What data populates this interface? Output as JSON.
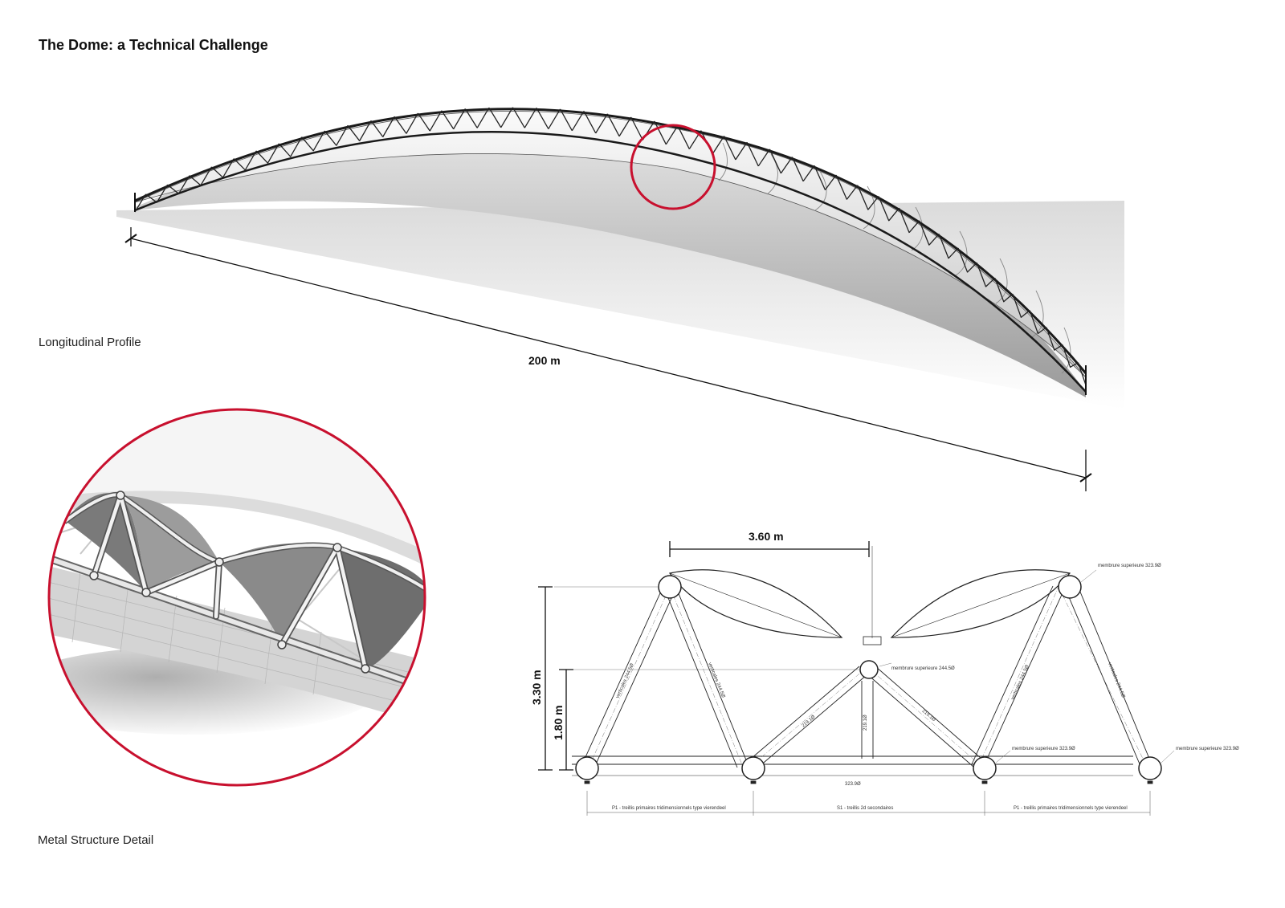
{
  "title": "The Dome: a Technical Challenge",
  "captions": {
    "longitudinal": "Longitudinal Profile",
    "metal": "Metal Structure Detail"
  },
  "dimensions": {
    "length": "200 m",
    "module_width": "3.60 m",
    "total_height": "3.30 m",
    "lower_height": "1.80 m"
  },
  "annotations": {
    "top_chord_right": "membrure superieure 323.9Ø",
    "top_chord_center": "membrure superieure 244.5Ø",
    "chord_mid_right": "membrure superieure 323.9Ø",
    "chord_far_right": "membrure superieure 323.9Ø",
    "bottom_chord": "323.9Ø",
    "diag_1": "219.1Ø",
    "diag_2": "219.1Ø",
    "vertical": "219.1Ø",
    "strut_1": "verticales 244.5Ø",
    "strut_2": "verticales 244.5Ø",
    "strut_3": "verticales 244.5Ø",
    "strut_4": "verticales 244.5Ø",
    "span_left": "P1 - treillis primaires tridimensionnels type vierendeel",
    "span_mid": "S1 - treillis 2d secondaires",
    "span_right": "P1 - treillis primaires tridimensionnels type vierendeel"
  },
  "colors": {
    "highlight": "#c8102e",
    "ink": "#111111"
  }
}
